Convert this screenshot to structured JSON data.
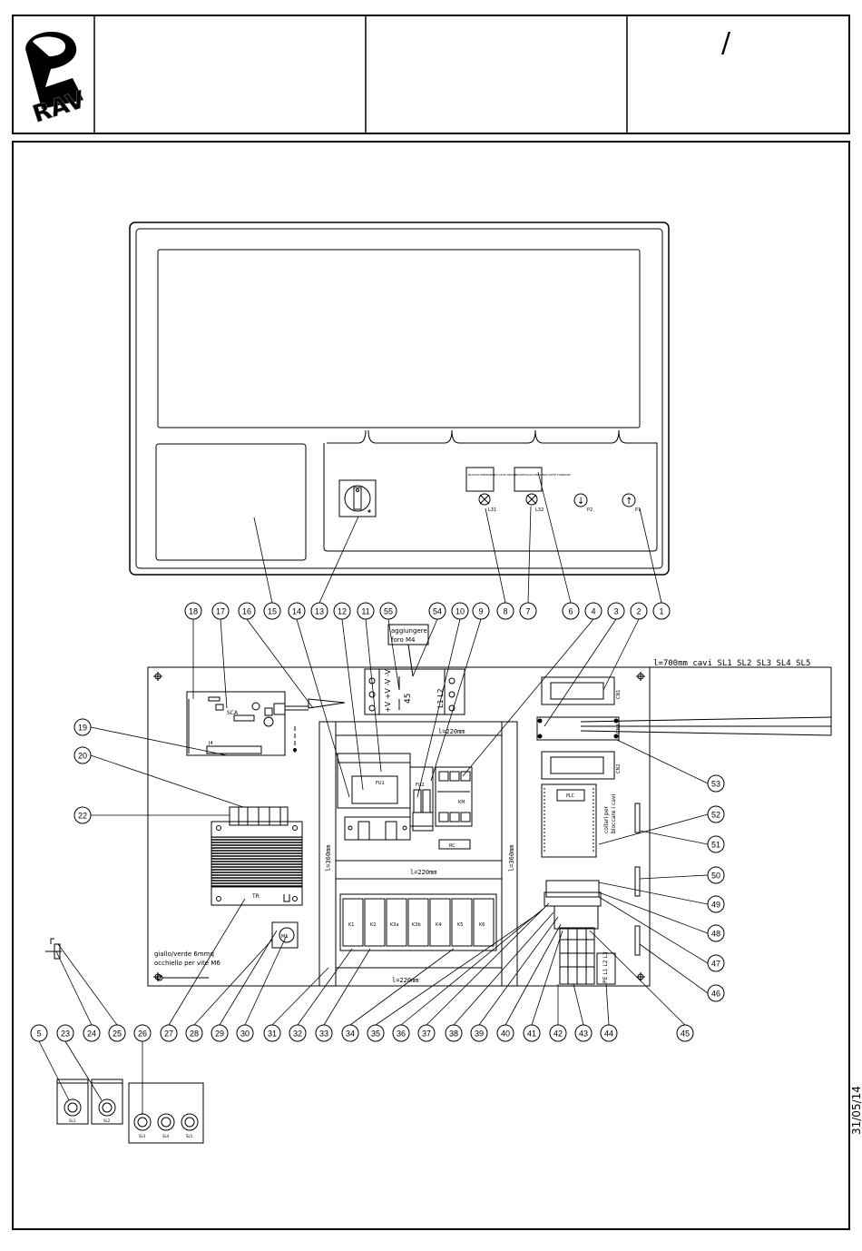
{
  "title_block": {
    "logo_text": "RAV",
    "revision_mark": "/"
  },
  "date": "31/05/14",
  "panel": {
    "lamps": [
      {
        "label": "L31",
        "caption": "BLOCCO EMERGENZA STOP AZIONE"
      },
      {
        "label": "L32",
        "caption": "CONTROLLO PRESENZA RETE FUNZIONI"
      }
    ],
    "buttons": [
      {
        "label": "P2",
        "arrow": "↓"
      },
      {
        "label": "P1",
        "arrow": "↑"
      }
    ]
  },
  "notes": {
    "add_hole": [
      "aggiungere",
      "foro M4"
    ],
    "cable_length": "l=700mm cavi SL1 SL2 SL3 SL4 SL5",
    "ground": [
      "giallo/verde 6mmq",
      "occhiello per vite M6"
    ],
    "cable_ties": [
      "collari per",
      "bloccare i cavi"
    ],
    "duct_h1": "l=220mm",
    "duct_h2": "l=220mm",
    "duct_h3": "l=220mm",
    "duct_v1": "l=360mm",
    "duct_v2": "l=360mm"
  },
  "devices": {
    "psu_terminals": "+V +V -V -V",
    "psu_value": "45",
    "psu_l": "L1 L2",
    "board": "SCA",
    "board_conn": "J4",
    "transformer": "TR",
    "breaker_main": "FU1",
    "breaker_2": "FU2",
    "contactor": "KM",
    "rc": "RC",
    "plc": "PLC",
    "cn1": "CN1",
    "cn2": "CN2",
    "cn3": "CN3",
    "m1": "M1",
    "terminal_labels": "PE L1 L2 L3",
    "relays": [
      "K1",
      "K2",
      "K3a",
      "K3b",
      "K4",
      "K5",
      "K6"
    ]
  },
  "cable_glands": {
    "group1": [
      "SL1",
      "SL2"
    ],
    "group2": [
      "SL3",
      "SL4",
      "SL5"
    ]
  },
  "callouts": [
    {
      "n": "1"
    },
    {
      "n": "2"
    },
    {
      "n": "3"
    },
    {
      "n": "4"
    },
    {
      "n": "6"
    },
    {
      "n": "7"
    },
    {
      "n": "8"
    },
    {
      "n": "9"
    },
    {
      "n": "10"
    },
    {
      "n": "54"
    },
    {
      "n": "55"
    },
    {
      "n": "11"
    },
    {
      "n": "12"
    },
    {
      "n": "13"
    },
    {
      "n": "14"
    },
    {
      "n": "15"
    },
    {
      "n": "16"
    },
    {
      "n": "17"
    },
    {
      "n": "18"
    },
    {
      "n": "19"
    },
    {
      "n": "20"
    },
    {
      "n": "22"
    },
    {
      "n": "53"
    },
    {
      "n": "52"
    },
    {
      "n": "51"
    },
    {
      "n": "50"
    },
    {
      "n": "49"
    },
    {
      "n": "48"
    },
    {
      "n": "47"
    },
    {
      "n": "46"
    },
    {
      "n": "5"
    },
    {
      "n": "23"
    },
    {
      "n": "24"
    },
    {
      "n": "25"
    },
    {
      "n": "26"
    },
    {
      "n": "27"
    },
    {
      "n": "28"
    },
    {
      "n": "29"
    },
    {
      "n": "30"
    },
    {
      "n": "31"
    },
    {
      "n": "32"
    },
    {
      "n": "33"
    },
    {
      "n": "34"
    },
    {
      "n": "35"
    },
    {
      "n": "36"
    },
    {
      "n": "37"
    },
    {
      "n": "38"
    },
    {
      "n": "39"
    },
    {
      "n": "40"
    },
    {
      "n": "41"
    },
    {
      "n": "42"
    },
    {
      "n": "43"
    },
    {
      "n": "44"
    },
    {
      "n": "45"
    }
  ]
}
